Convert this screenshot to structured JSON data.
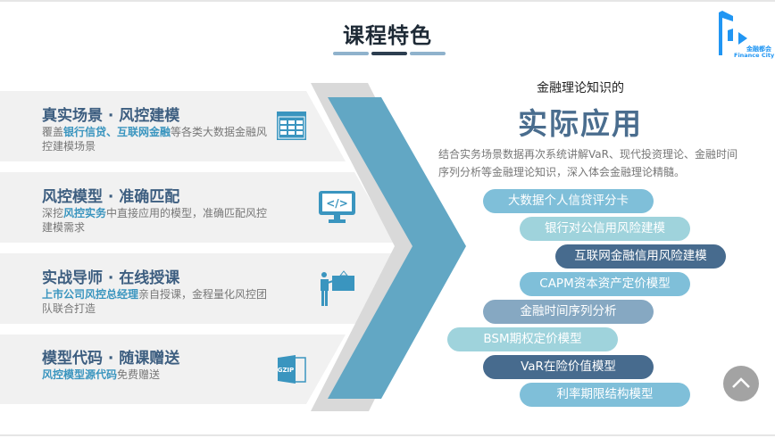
{
  "header": {
    "title": "课程特色"
  },
  "logo": {
    "cn": "金融都会",
    "en": "Finance City",
    "color": "#2196f3"
  },
  "features": [
    {
      "title": "真实场景 · 风控建模",
      "desc_pre": "覆盖",
      "desc_hl": "银行信贷、互联网金融",
      "desc_post": "等各类大数据金融风控建模场景",
      "icon": "calendar-grid-icon"
    },
    {
      "title": "风控模型 · 准确匹配",
      "desc_pre": "深挖",
      "desc_hl": "风控实务",
      "desc_post": "中直接应用的模型，准确匹配风控建模需求",
      "icon": "code-monitor-icon"
    },
    {
      "title": "实战导师 · 在线授课",
      "desc_pre": "",
      "desc_hl": "上市公司风控总经理",
      "desc_post": "亲自授课，金程量化风控团队联合打造",
      "icon": "teacher-board-icon"
    },
    {
      "title": "模型代码 · 随课赠送",
      "desc_pre": "",
      "desc_hl": "风控模型源代码",
      "desc_post": "免费赠送",
      "icon": "gzip-file-icon"
    }
  ],
  "right": {
    "subtitle": "金融理论知识的",
    "headline": "实际应用",
    "intro": "结合实务场景数据再次系统讲解VaR、现代投资理论、金融时间序列分析等金融理论知识，深入体会金融理论精髓。",
    "topics": [
      "大数据个人信贷评分卡",
      "银行对公信用风险建模",
      "互联网金融信用风险建模",
      "CAPM资本资产定价模型",
      "金融时间序列分析",
      "BSM期权定价模型",
      "VaR在险价值模型",
      "利率期限结构模型"
    ]
  },
  "colors": {
    "accent": "#3a95bf",
    "title_blue": "#3d5e80",
    "chevron": "#62a7c4",
    "pill_light": "#7fbfd9",
    "pill_teal": "#9fd3dc",
    "pill_dark": "#476b8e",
    "pill_gray": "#86a8c2"
  }
}
